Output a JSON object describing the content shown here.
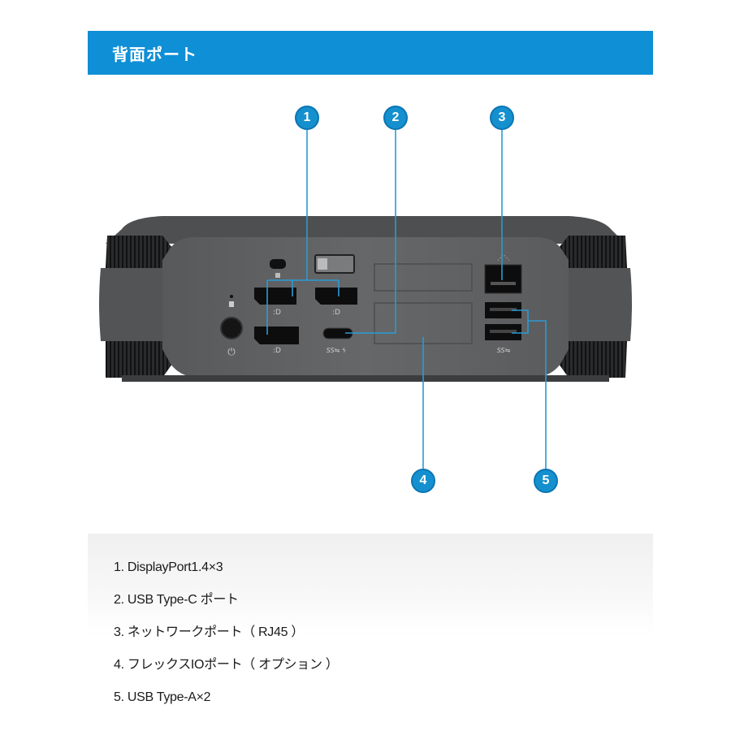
{
  "header": {
    "title": "背面ポート",
    "background_color": "#0f8fd6"
  },
  "callouts": [
    {
      "number": "1",
      "target": "DisplayPort 1.4 (x3)"
    },
    {
      "number": "2",
      "target": "USB Type-C port"
    },
    {
      "number": "3",
      "target": "Network port (RJ45)"
    },
    {
      "number": "4",
      "target": "Flex IO port (option)"
    },
    {
      "number": "5",
      "target": "USB Type-A (x2)"
    }
  ],
  "callout_color": "#1590cf",
  "device": {
    "port_icons": [
      "lock-slot-icon",
      "security-lock-icon",
      "power-jack-icon",
      "displayport-icon",
      "usb-superspeed-icon",
      "network-icon"
    ]
  },
  "specs": {
    "items": [
      "1. DisplayPort1.4×3",
      "2. USB Type-C ポート",
      "3. ネットワークポート（ RJ45 ）",
      "4. フレックスIOポート（ オプション ）",
      "5. USB Type-A×2"
    ]
  }
}
